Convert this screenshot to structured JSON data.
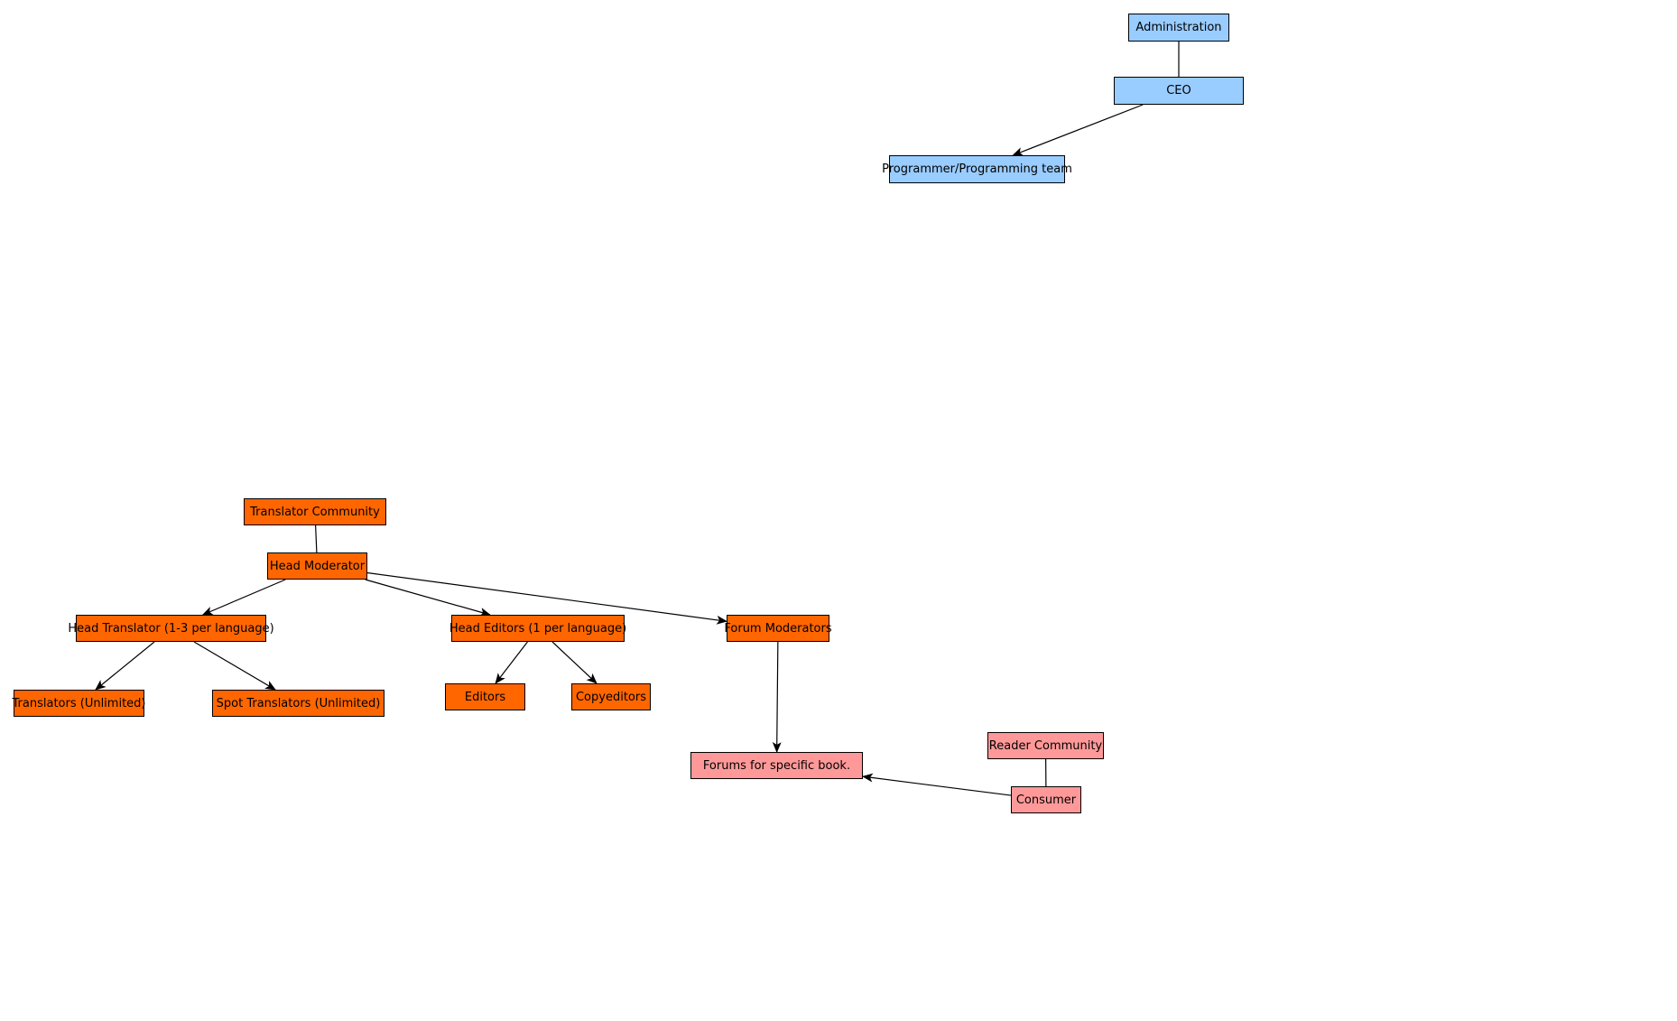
{
  "colors": {
    "administration": "#99ccff",
    "translator": "#ff6600",
    "reader": "#ff9999",
    "line": "#000000"
  },
  "nodes": {
    "administration": {
      "label": "Administration"
    },
    "ceo": {
      "label": "CEO"
    },
    "programmer": {
      "label": "Programmer/Programming team"
    },
    "translator_community": {
      "label": "Translator Community"
    },
    "head_moderator": {
      "label": "Head Moderator"
    },
    "head_translator": {
      "label": "Head Translator (1-3 per language)"
    },
    "head_editors": {
      "label": "Head Editors (1 per language)"
    },
    "forum_moderators": {
      "label": "Forum Moderators"
    },
    "translators": {
      "label": "Translators (Unlimited)"
    },
    "spot_translators": {
      "label": "Spot Translators (Unlimited)"
    },
    "editors": {
      "label": "Editors"
    },
    "copyeditors": {
      "label": "Copyeditors"
    },
    "forums": {
      "label": "Forums for specific book."
    },
    "reader_community": {
      "label": "Reader Community"
    },
    "consumer": {
      "label": "Consumer"
    }
  },
  "edges": [
    {
      "from": "administration",
      "to": "ceo",
      "arrow": false
    },
    {
      "from": "ceo",
      "to": "programmer",
      "arrow": true
    },
    {
      "from": "translator_community",
      "to": "head_moderator",
      "arrow": false
    },
    {
      "from": "head_moderator",
      "to": "head_translator",
      "arrow": true
    },
    {
      "from": "head_moderator",
      "to": "head_editors",
      "arrow": true
    },
    {
      "from": "head_moderator",
      "to": "forum_moderators",
      "arrow": true
    },
    {
      "from": "head_translator",
      "to": "translators",
      "arrow": true
    },
    {
      "from": "head_translator",
      "to": "spot_translators",
      "arrow": true
    },
    {
      "from": "head_editors",
      "to": "editors",
      "arrow": true
    },
    {
      "from": "head_editors",
      "to": "copyeditors",
      "arrow": true
    },
    {
      "from": "forum_moderators",
      "to": "forums",
      "arrow": true
    },
    {
      "from": "reader_community",
      "to": "consumer",
      "arrow": false
    },
    {
      "from": "consumer",
      "to": "forums",
      "arrow": true
    }
  ]
}
